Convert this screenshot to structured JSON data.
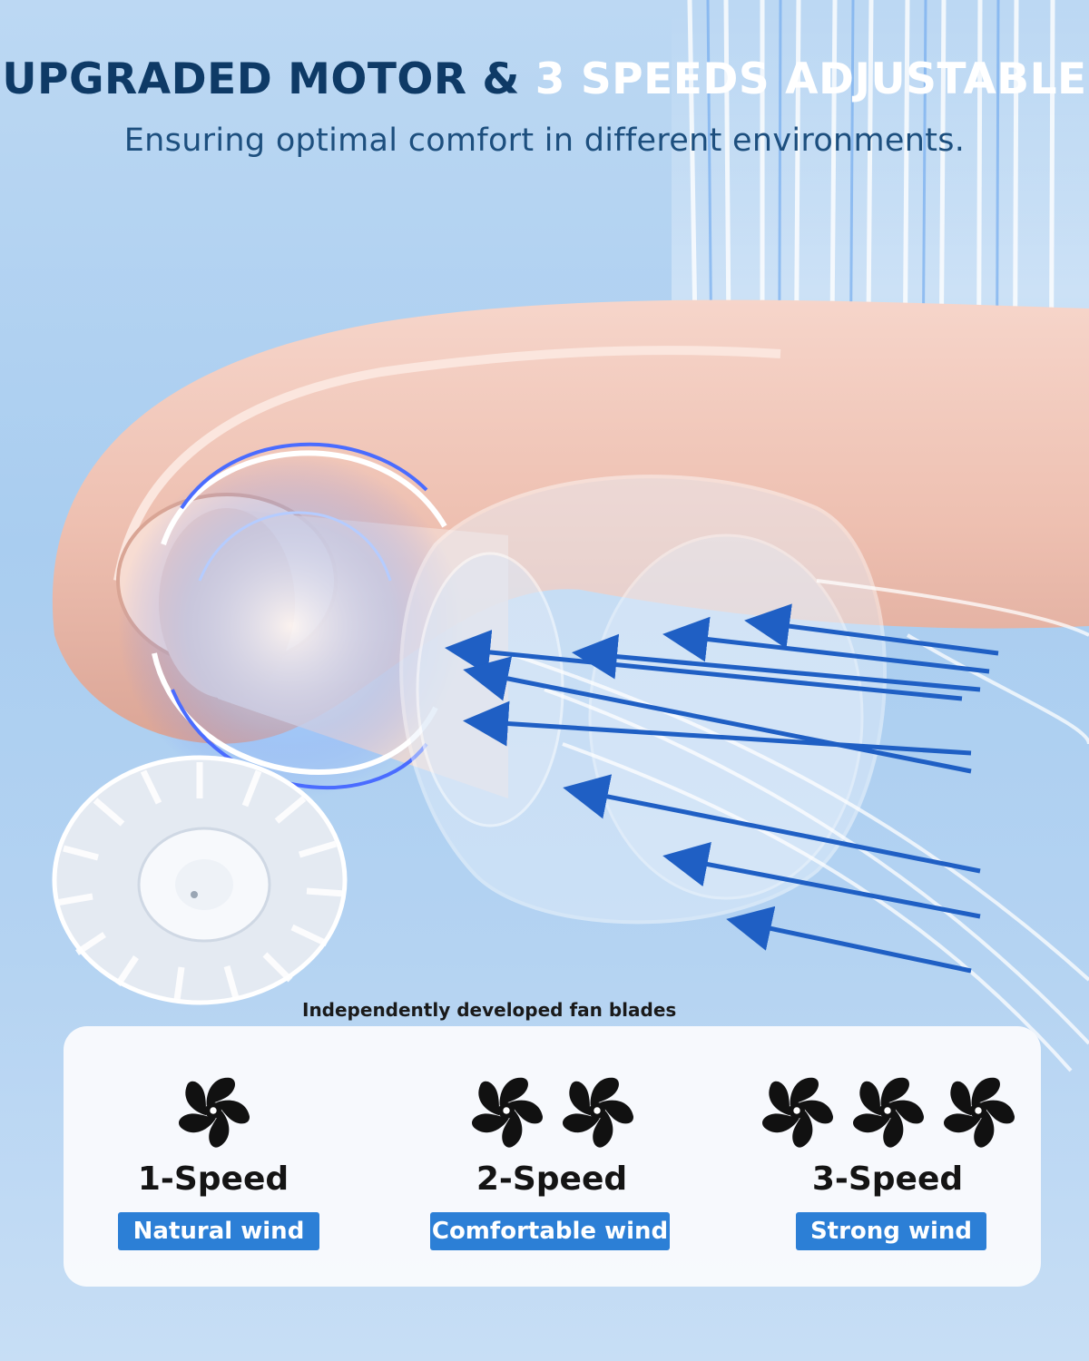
{
  "header": {
    "headline_main": "UPGRADED MOTOR & ",
    "headline_accent": "3 SPEEDS ADJUSTABLE",
    "subheadline": "Ensuring optimal comfort in different environments."
  },
  "product": {
    "caption": "Independently developed fan blades"
  },
  "speeds": [
    {
      "label": "1-Speed",
      "description": "Natural wind",
      "fan_count": 1
    },
    {
      "label": "2-Speed",
      "description": "Comfortable wind",
      "fan_count": 2
    },
    {
      "label": "3-Speed",
      "description": "Strong wind",
      "fan_count": 3
    }
  ],
  "colors": {
    "headline": "#0e3a66",
    "accent": "#ffffff",
    "badge": "#2c7fd6",
    "device": "#f1c6b8"
  }
}
